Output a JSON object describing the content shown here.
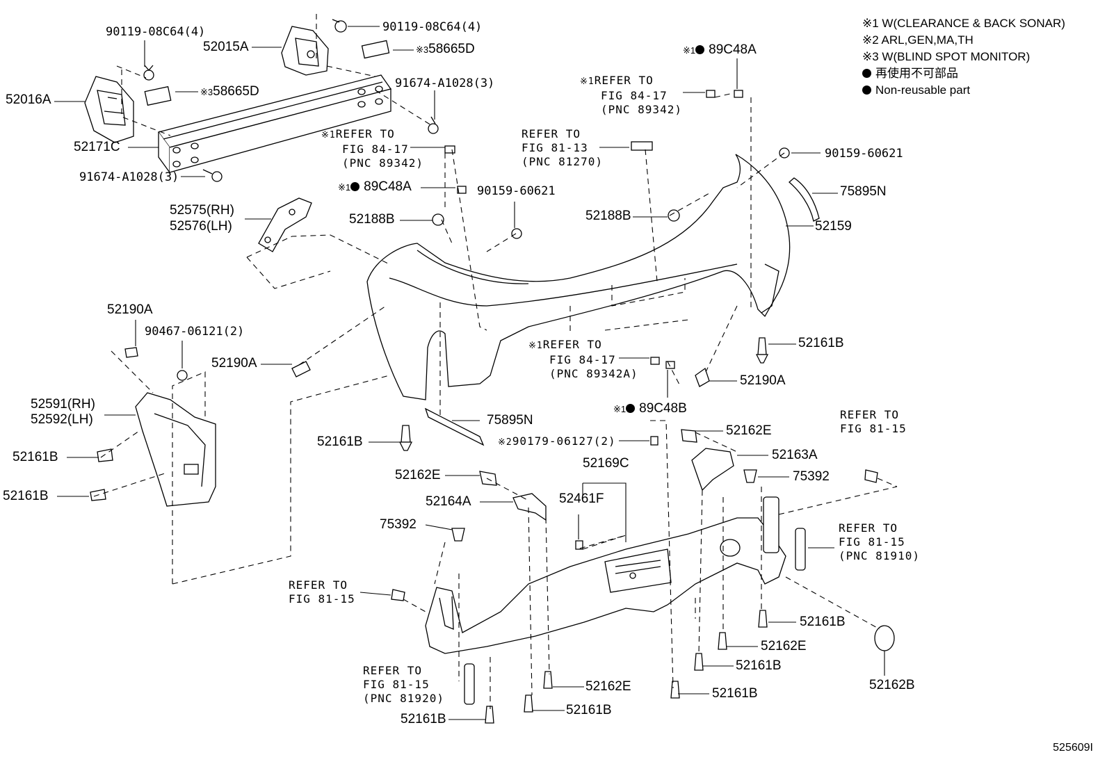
{
  "legend": {
    "note1": "※1 W(CLEARANCE & BACK SONAR)",
    "note2": "※2 ARL,GEN,MA,TH",
    "note3": "※3 W(BLIND SPOT MONITOR)",
    "nonreusable_jp": "再使用不可部品",
    "nonreusable_en": "Non-reusable part"
  },
  "diagram_code": "525609I",
  "labels": {
    "p90119_left": "90119-08C64(4)",
    "p90119_right": "90119-08C64(4)",
    "p52015A": "52015A",
    "p58665D_top": "58665D",
    "p58665D_left": "58665D",
    "p52016A": "52016A",
    "p91674_right": "91674-A1028(3)",
    "p52171C": "52171C",
    "p91674_left": "91674-A1028(3)",
    "p89C48A_top": "89C48A",
    "p89C48A_mid": "89C48A",
    "p89C48B": "89C48B",
    "p90159_right": "90159-60621",
    "p90159_mid": "90159-60621",
    "p75895N_right": "75895N",
    "p75895N_left": "75895N",
    "p52159": "52159",
    "p52188B_left": "52188B",
    "p52188B_right": "52188B",
    "p52575": "52575(RH)",
    "p52576": "52576(LH)",
    "p52190A_top": "52190A",
    "p52190A_mid": "52190A",
    "p52190A_right": "52190A",
    "p90467": "90467-06121(2)",
    "p52591": "52591(RH)",
    "p52592": "52592(LH)",
    "p52161B_a": "52161B",
    "p52161B_b": "52161B",
    "p52161B_c": "52161B",
    "p52161B_d": "52161B",
    "p52161B_e": "52161B",
    "p52161B_f": "52161B",
    "p52161B_g": "52161B",
    "p52161B_h": "52161B",
    "p52161B_i": "52161B",
    "p52162E_a": "52162E",
    "p52162E_b": "52162E",
    "p52162E_c": "52162E",
    "p52162E_d": "52162E",
    "p52163A": "52163A",
    "p75392_a": "75392",
    "p75392_b": "75392",
    "p52169C": "52169C",
    "p52461F": "52461F",
    "p52164A": "52164A",
    "p90179": "90179-06127(2)",
    "p52162B": "52162B"
  },
  "refs": {
    "r1_a": "REFER TO",
    "r1_b": "FIG 84-17",
    "r1_c": "(PNC 89342)",
    "r2_a": "REFER TO",
    "r2_b": "FIG 84-17",
    "r2_c": "(PNC 89342)",
    "r3_a": "REFER TO",
    "r3_b": "FIG 81-13",
    "r3_c": "(PNC 81270)",
    "r4_a": "REFER TO",
    "r4_b": "FIG 84-17",
    "r4_c": "(PNC 89342A)",
    "r5_a": "REFER TO",
    "r5_b": "FIG 81-15",
    "r6_a": "REFER TO",
    "r6_b": "FIG 81-15",
    "r6_c": "(PNC 81910)",
    "r7_a": "REFER TO",
    "r7_b": "FIG 81-15",
    "r8_a": "REFER TO",
    "r8_b": "FIG 81-15",
    "r8_c": "(PNC 81920)"
  },
  "marks": {
    "m1": "※1",
    "m2": "※2",
    "m3": "※3"
  }
}
